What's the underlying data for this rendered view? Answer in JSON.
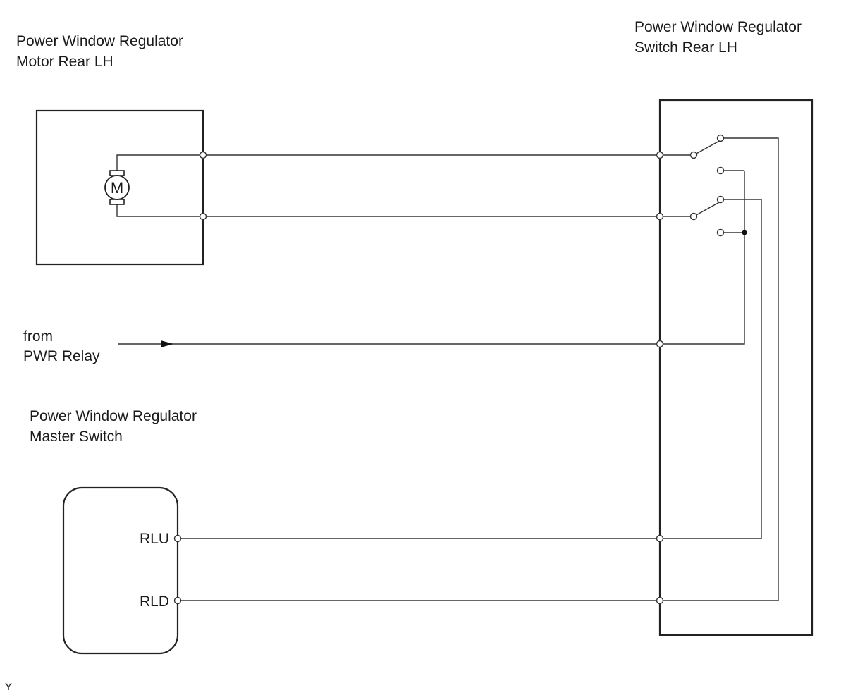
{
  "components": {
    "motor": {
      "name_line1": "Power Window Regulator",
      "name_line2": "Motor Rear LH",
      "symbol": "M"
    },
    "switch": {
      "name_line1": "Power Window Regulator",
      "name_line2": "Switch Rear LH"
    },
    "master": {
      "name_line1": "Power Window Regulator",
      "name_line2": "Master Switch",
      "pins": [
        "RLU",
        "RLD"
      ]
    }
  },
  "source": {
    "line1": "from",
    "line2": "PWR Relay"
  },
  "corner_mark": "Y"
}
